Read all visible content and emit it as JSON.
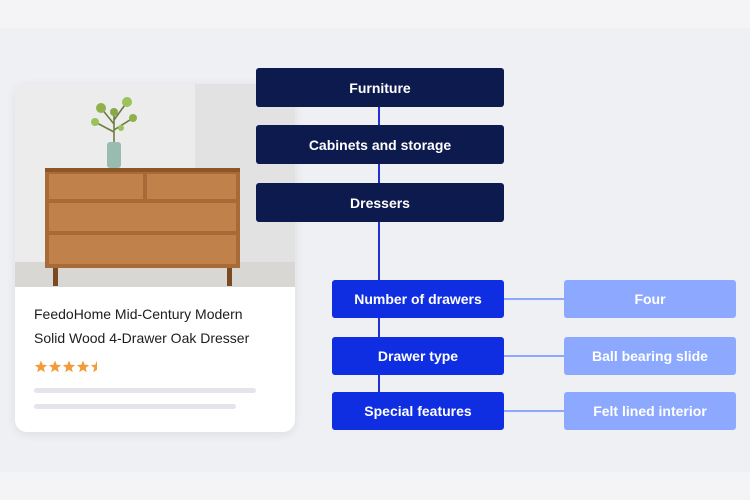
{
  "product": {
    "title_line1": "FeedoHome Mid-Century Modern",
    "title_line2": "Solid Wood 4-Drawer Oak Dresser",
    "rating": 4.5,
    "rating_max": 5
  },
  "taxonomy": {
    "categories": [
      "Furniture",
      "Cabinets and storage",
      "Dressers"
    ],
    "attributes": [
      {
        "name": "Number of drawers",
        "value": "Four"
      },
      {
        "name": "Drawer type",
        "value": "Ball bearing slide"
      },
      {
        "name": "Special features",
        "value": "Felt lined interior"
      }
    ]
  },
  "colors": {
    "category_node": "#0c1a4e",
    "attribute_node": "#0f2ee2",
    "value_node": "#8ca9ff",
    "star": "#f29b38"
  }
}
